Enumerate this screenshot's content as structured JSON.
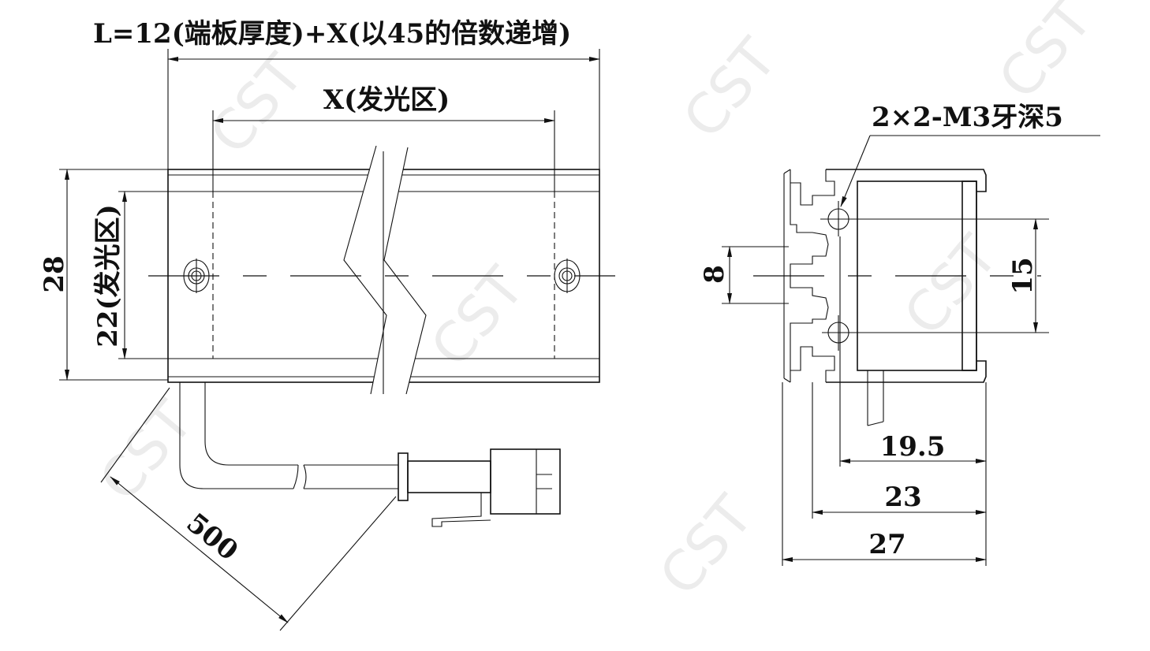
{
  "drawing": {
    "front_view": {
      "length_label": "L=12(端板厚度)+X(以45的倍数递增)",
      "emitting_length_label": "X(发光区)",
      "height_label": "28",
      "emitting_height_label": "22(发光区)",
      "cable_length_label": "500"
    },
    "side_view": {
      "thread_label": "2×2-M3牙深5",
      "slot_pitch_label": "8",
      "hole_pitch_label": "15",
      "depth_labels": [
        "19.5",
        "23",
        "27"
      ]
    },
    "watermark": "CST",
    "colors": {
      "line": "#111111",
      "background": "#ffffff",
      "watermark": "#ececec"
    }
  }
}
